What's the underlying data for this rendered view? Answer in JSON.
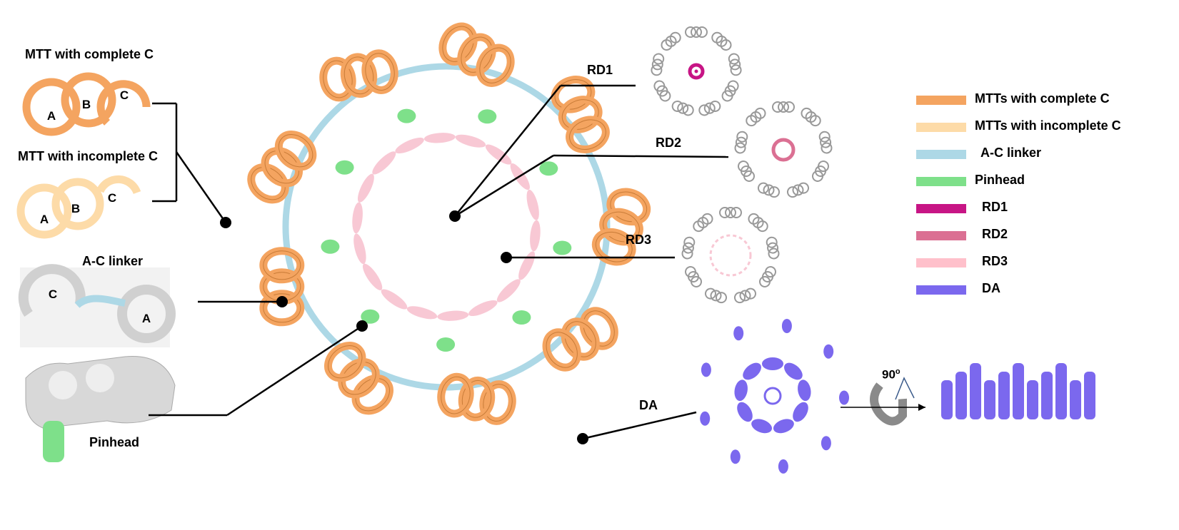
{
  "labels": {
    "mtt_complete": "MTT with complete C",
    "mtt_incomplete": "MTT with incomplete C",
    "ac_linker": "A-C linker",
    "pinhead": "Pinhead",
    "rd1": "RD1",
    "rd2": "RD2",
    "rd3": "RD3",
    "da": "DA",
    "rotation": "90",
    "rotation_unit": "o"
  },
  "tubule_letters": {
    "a": "A",
    "b": "B",
    "c": "C"
  },
  "legend": [
    {
      "label": "MTTs with complete C",
      "color": "#F4A460"
    },
    {
      "label": "MTTs with incomplete C",
      "color": "#FDDBA8"
    },
    {
      "label": "A-C linker",
      "color": "#ADD8E6"
    },
    {
      "label": "Pinhead",
      "color": "#7EE08A"
    },
    {
      "label": "RD1",
      "color": "#C71585"
    },
    {
      "label": "RD2",
      "color": "#DB7093"
    },
    {
      "label": "RD3",
      "color": "#FFC0CB"
    },
    {
      "label": "DA",
      "color": "#7B68EE"
    }
  ],
  "colors": {
    "mtt": "#F4A460",
    "mtt_dark": "#C97C38",
    "mtt_light": "#FDDBA8",
    "linker": "#ADD8E6",
    "pinhead": "#7EE08A",
    "rd3": "#F8C8D4",
    "grey": "#D8D8D8",
    "da": "#7B68EE"
  }
}
